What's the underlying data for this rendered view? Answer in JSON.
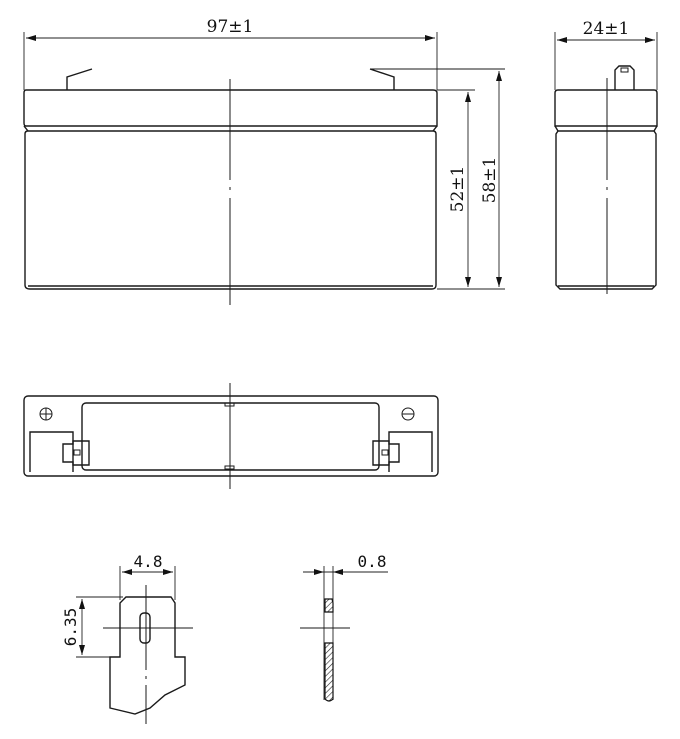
{
  "drawing": {
    "front_view": {
      "width_label": "97±1",
      "case_height_label": "52±1",
      "total_height_label": "58±1"
    },
    "side_view": {
      "width_label": "24±1"
    },
    "top_view": {
      "positive_symbol": "⊕",
      "negative_symbol": "⊖"
    },
    "terminal_detail": {
      "width_label": "4.8",
      "height_label": "6.35",
      "thickness_label": "0.8"
    }
  }
}
